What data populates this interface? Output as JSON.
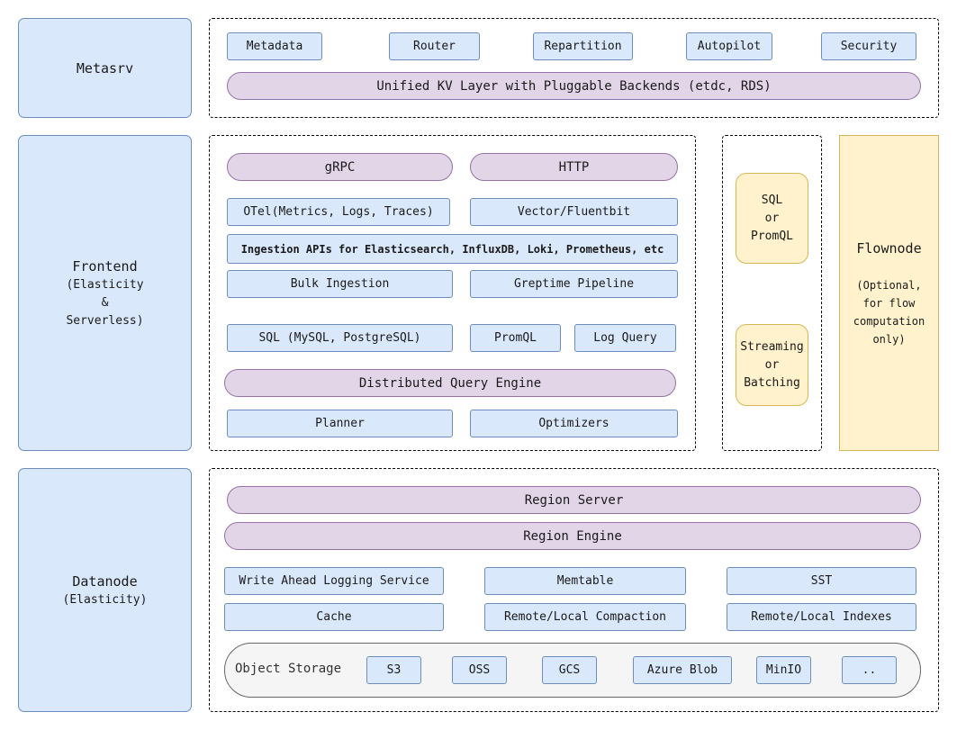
{
  "metasrv": {
    "label": "Metasrv",
    "modules": [
      "Metadata",
      "Router",
      "Repartition",
      "Autopilot",
      "Security"
    ],
    "kv_layer": "Unified KV Layer with Pluggable Backends (etdc, RDS)"
  },
  "frontend": {
    "label": "Frontend",
    "sub": [
      "(Elasticity",
      "&",
      "Serverless)"
    ],
    "grpc": "gRPC",
    "http": "HTTP",
    "otel": "OTel(Metrics, Logs, Traces)",
    "vector": "Vector/Fluentbit",
    "ingestion_apis": "Ingestion APIs for Elasticsearch, InfluxDB, Loki, Prometheus, etc",
    "bulk": "Bulk Ingestion",
    "pipeline": "Greptime Pipeline",
    "sql": "SQL (MySQL, PostgreSQL)",
    "promql": "PromQL",
    "logquery": "Log Query",
    "dqe": "Distributed Query Engine",
    "planner": "Planner",
    "optimizers": "Optimizers"
  },
  "flow": {
    "sql_promql": [
      "SQL",
      "or",
      "PromQL"
    ],
    "streaming": [
      "Streaming",
      "or",
      "Batching"
    ],
    "flownode_label": "Flownode",
    "flownode_sub": [
      "(Optional,",
      "for flow",
      "computation",
      "only)"
    ]
  },
  "datanode": {
    "label": "Datanode",
    "sub": "(Elasticity)",
    "region_server": "Region Server",
    "region_engine": "Region Engine",
    "wal": "Write Ahead Logging Service",
    "memtable": "Memtable",
    "sst": "SST",
    "cache": "Cache",
    "compaction": "Remote/Local Compaction",
    "indexes": "Remote/Local Indexes",
    "object_storage": "Object Storage",
    "storages": [
      "S3",
      "OSS",
      "GCS",
      "Azure Blob",
      "MinIO",
      ".."
    ]
  }
}
